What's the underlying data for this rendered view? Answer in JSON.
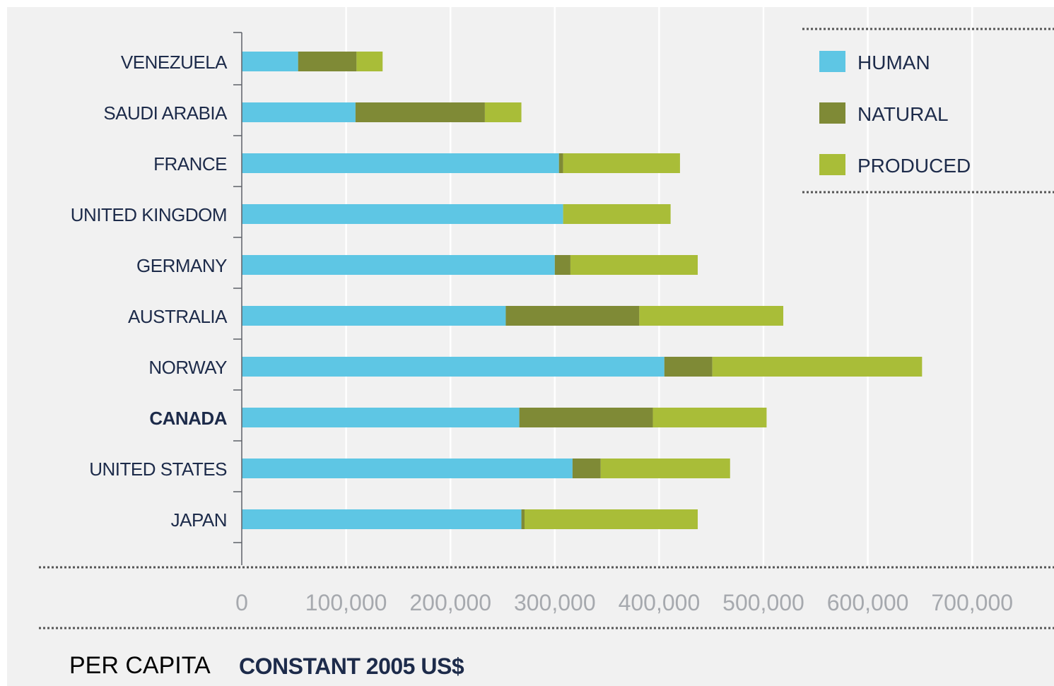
{
  "chart_data": {
    "type": "bar",
    "orientation": "horizontal",
    "stacked": true,
    "categories": [
      "VENEZUELA",
      "SAUDI ARABIA",
      "FRANCE",
      "UNITED KINGDOM",
      "GERMANY",
      "AUSTRALIA",
      "NORWAY",
      "CANADA",
      "UNITED STATES",
      "JAPAN"
    ],
    "highlight_category": "CANADA",
    "series": [
      {
        "name": "HUMAN",
        "color": "#5ec6e4",
        "values": [
          54000,
          109000,
          304000,
          308000,
          300000,
          253000,
          405000,
          266000,
          317000,
          268000
        ]
      },
      {
        "name": "NATURAL",
        "color": "#7f8a36",
        "values": [
          56000,
          124000,
          4000,
          0,
          15000,
          128000,
          46000,
          128000,
          27000,
          3000
        ]
      },
      {
        "name": "PRODUCED",
        "color": "#a9bd38",
        "values": [
          25000,
          35000,
          112000,
          103000,
          122000,
          138000,
          201000,
          109000,
          124000,
          166000
        ]
      }
    ],
    "xticks": [
      "0",
      "100,000",
      "200,000",
      "300,000",
      "400,000",
      "500,000",
      "600,000",
      "700,000"
    ],
    "xlim": [
      0,
      780000
    ],
    "grid": true,
    "legend_position": "top-right",
    "xlabel": "CONSTANT 2005 US$",
    "title": "PER CAPITA"
  }
}
